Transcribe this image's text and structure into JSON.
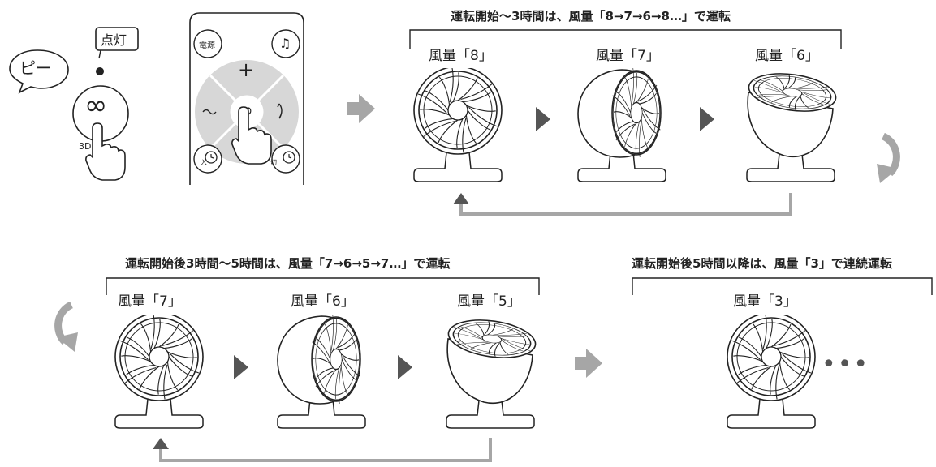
{
  "intro": {
    "beep_text": "ピー",
    "lamp_label": "点灯",
    "button_symbol": "∞",
    "button_caption": "3D",
    "remote": {
      "power_label": "電源",
      "music_symbol": "♫",
      "plus_symbol": "+",
      "mode_symbol": "∞",
      "timer_on_label": "入",
      "timer_off_label": "切"
    }
  },
  "phases": [
    {
      "title": "運転開始〜3時間は、風量「8→7→6→8…」で運転",
      "levels": [
        "風量「8」",
        "風量「7」",
        "風量「6」"
      ],
      "poses": [
        "front",
        "angled",
        "up"
      ]
    },
    {
      "title": "運転開始後3時間〜5時間は、風量「7→6→5→7…」で運転",
      "levels": [
        "風量「7」",
        "風量「6」",
        "風量「5」"
      ],
      "poses": [
        "front",
        "angled",
        "up"
      ]
    },
    {
      "title": "運転開始後5時間以降は、風量「3」で連続運転",
      "levels": [
        "風量「3」"
      ],
      "poses": [
        "front"
      ],
      "continuation": "•••"
    }
  ],
  "colors": {
    "line": "#222222",
    "gray_arrow": "#a6a6a6",
    "remote_pad": "#d7d7d7"
  }
}
